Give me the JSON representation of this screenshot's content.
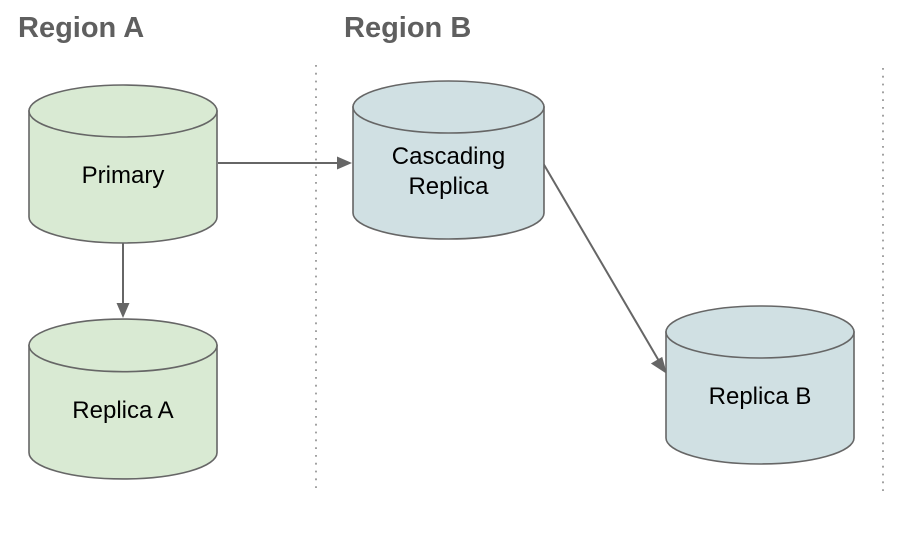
{
  "diagram": {
    "regions": [
      {
        "label": "Region A"
      },
      {
        "label": "Region B"
      }
    ],
    "nodes": [
      {
        "id": "primary",
        "label": "Primary",
        "shape": "database-cylinder",
        "fill": "#d9ead3",
        "region": "Region A"
      },
      {
        "id": "cascading-replica",
        "label": "Cascading Replica",
        "shape": "database-cylinder",
        "fill": "#d0e0e3",
        "region": "Region B"
      },
      {
        "id": "replica-a",
        "label": "Replica A",
        "shape": "database-cylinder",
        "fill": "#d9ead3",
        "region": "Region A"
      },
      {
        "id": "replica-b",
        "label": "Replica B",
        "shape": "database-cylinder",
        "fill": "#d0e0e3",
        "region": "Region B"
      }
    ],
    "edges": [
      {
        "from": "Primary",
        "to": "Cascading Replica",
        "direction": "horizontal-right"
      },
      {
        "from": "Primary",
        "to": "Replica A",
        "direction": "vertical-down"
      },
      {
        "from": "Cascading Replica",
        "to": "Replica B",
        "direction": "diagonal-down-right"
      }
    ],
    "colors": {
      "green_fill": "#d9ead3",
      "blue_fill": "#d0e0e3",
      "stroke": "#666666",
      "arrow": "#666666",
      "heading_text": "#5f5f5f",
      "separator": "#8a8a8a"
    }
  }
}
